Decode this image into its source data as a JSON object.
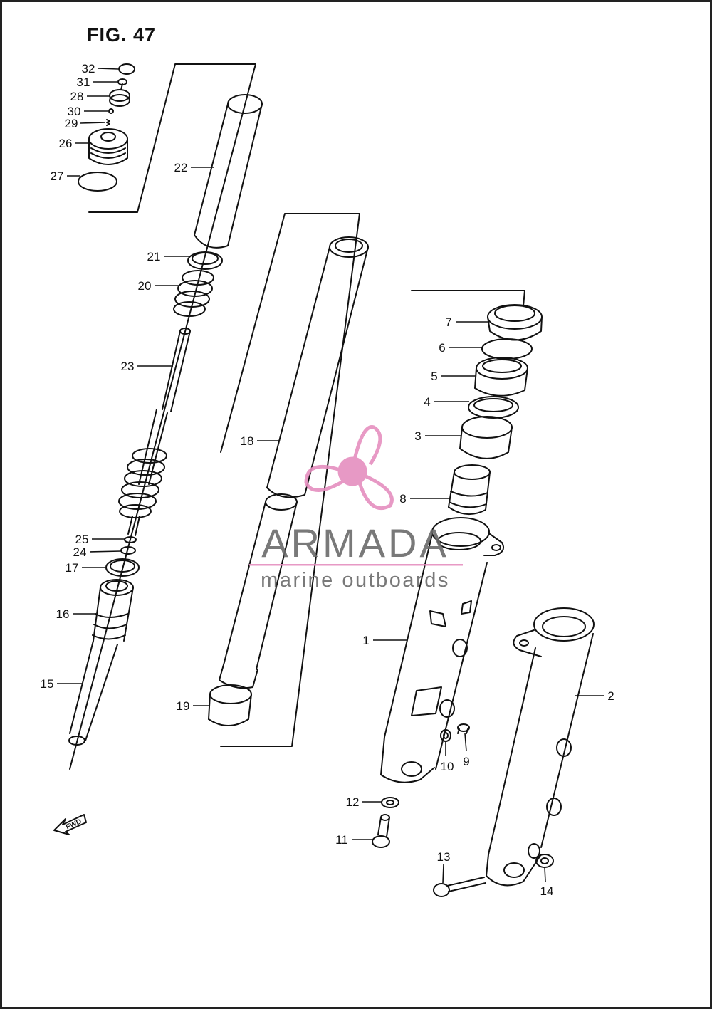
{
  "figure": {
    "title": "FIG. 47"
  },
  "callouts": [
    {
      "id": "32",
      "label": "32"
    },
    {
      "id": "31",
      "label": "31"
    },
    {
      "id": "28",
      "label": "28"
    },
    {
      "id": "30",
      "label": "30"
    },
    {
      "id": "29",
      "label": "29"
    },
    {
      "id": "26",
      "label": "26"
    },
    {
      "id": "27",
      "label": "27"
    },
    {
      "id": "22",
      "label": "22"
    },
    {
      "id": "21",
      "label": "21"
    },
    {
      "id": "20",
      "label": "20"
    },
    {
      "id": "23",
      "label": "23"
    },
    {
      "id": "25",
      "label": "25"
    },
    {
      "id": "24",
      "label": "24"
    },
    {
      "id": "17",
      "label": "17"
    },
    {
      "id": "16",
      "label": "16"
    },
    {
      "id": "15",
      "label": "15"
    },
    {
      "id": "18",
      "label": "18"
    },
    {
      "id": "19",
      "label": "19"
    },
    {
      "id": "7",
      "label": "7"
    },
    {
      "id": "6",
      "label": "6"
    },
    {
      "id": "5",
      "label": "5"
    },
    {
      "id": "4",
      "label": "4"
    },
    {
      "id": "3",
      "label": "3"
    },
    {
      "id": "8",
      "label": "8"
    },
    {
      "id": "1",
      "label": "1"
    },
    {
      "id": "2",
      "label": "2"
    },
    {
      "id": "10",
      "label": "10"
    },
    {
      "id": "9",
      "label": "9"
    },
    {
      "id": "12",
      "label": "12"
    },
    {
      "id": "11",
      "label": "11"
    },
    {
      "id": "13",
      "label": "13"
    },
    {
      "id": "14",
      "label": "14"
    }
  ],
  "fwd_marker": {
    "label": "FWD"
  },
  "watermark": {
    "brand": "ARMADA",
    "tagline": "marine outboards",
    "color": "#e58fbf",
    "text_color": "#6b6b6b"
  }
}
